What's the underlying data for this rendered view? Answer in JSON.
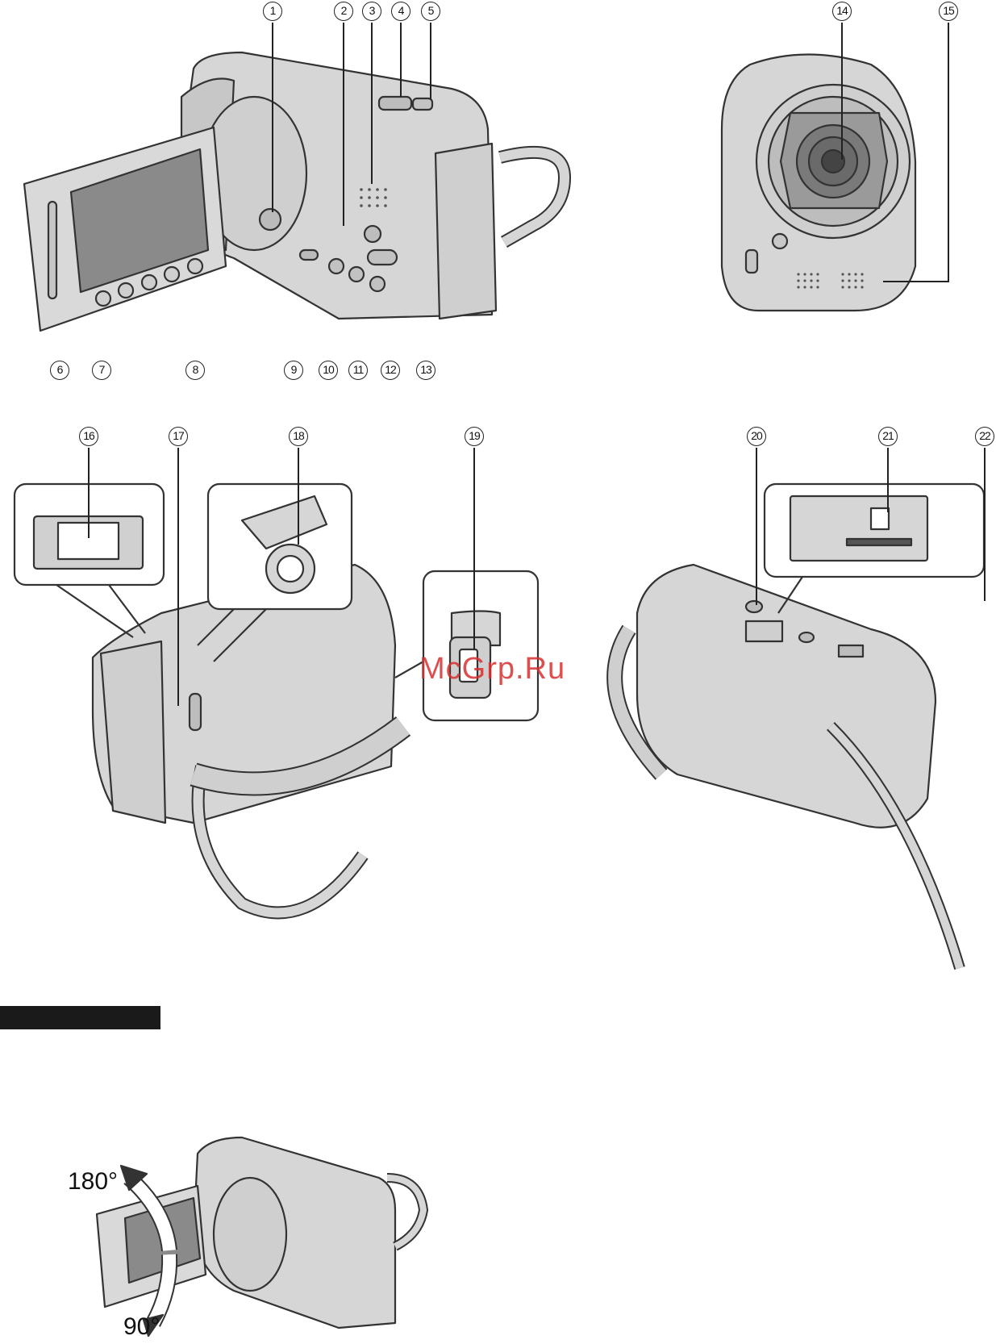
{
  "callouts": {
    "c1": "1",
    "c2": "2",
    "c3": "3",
    "c4": "4",
    "c5": "5",
    "c6": "6",
    "c7": "7",
    "c8": "8",
    "c9": "9",
    "c10": "10",
    "c11": "11",
    "c12": "12",
    "c13": "13",
    "c14": "14",
    "c15": "15",
    "c16": "16",
    "c17": "17",
    "c18": "18",
    "c19": "19",
    "c20": "20",
    "c21": "21",
    "c22": "22"
  },
  "rotation": {
    "upper": "180°",
    "lower": "90°"
  },
  "watermark": "McGrp.Ru",
  "colors": {
    "body": "#d9d9d9",
    "outline": "#333333",
    "screen": "#8a8a8a",
    "bar": "#1a1a1a",
    "watermark": "#d83030"
  }
}
